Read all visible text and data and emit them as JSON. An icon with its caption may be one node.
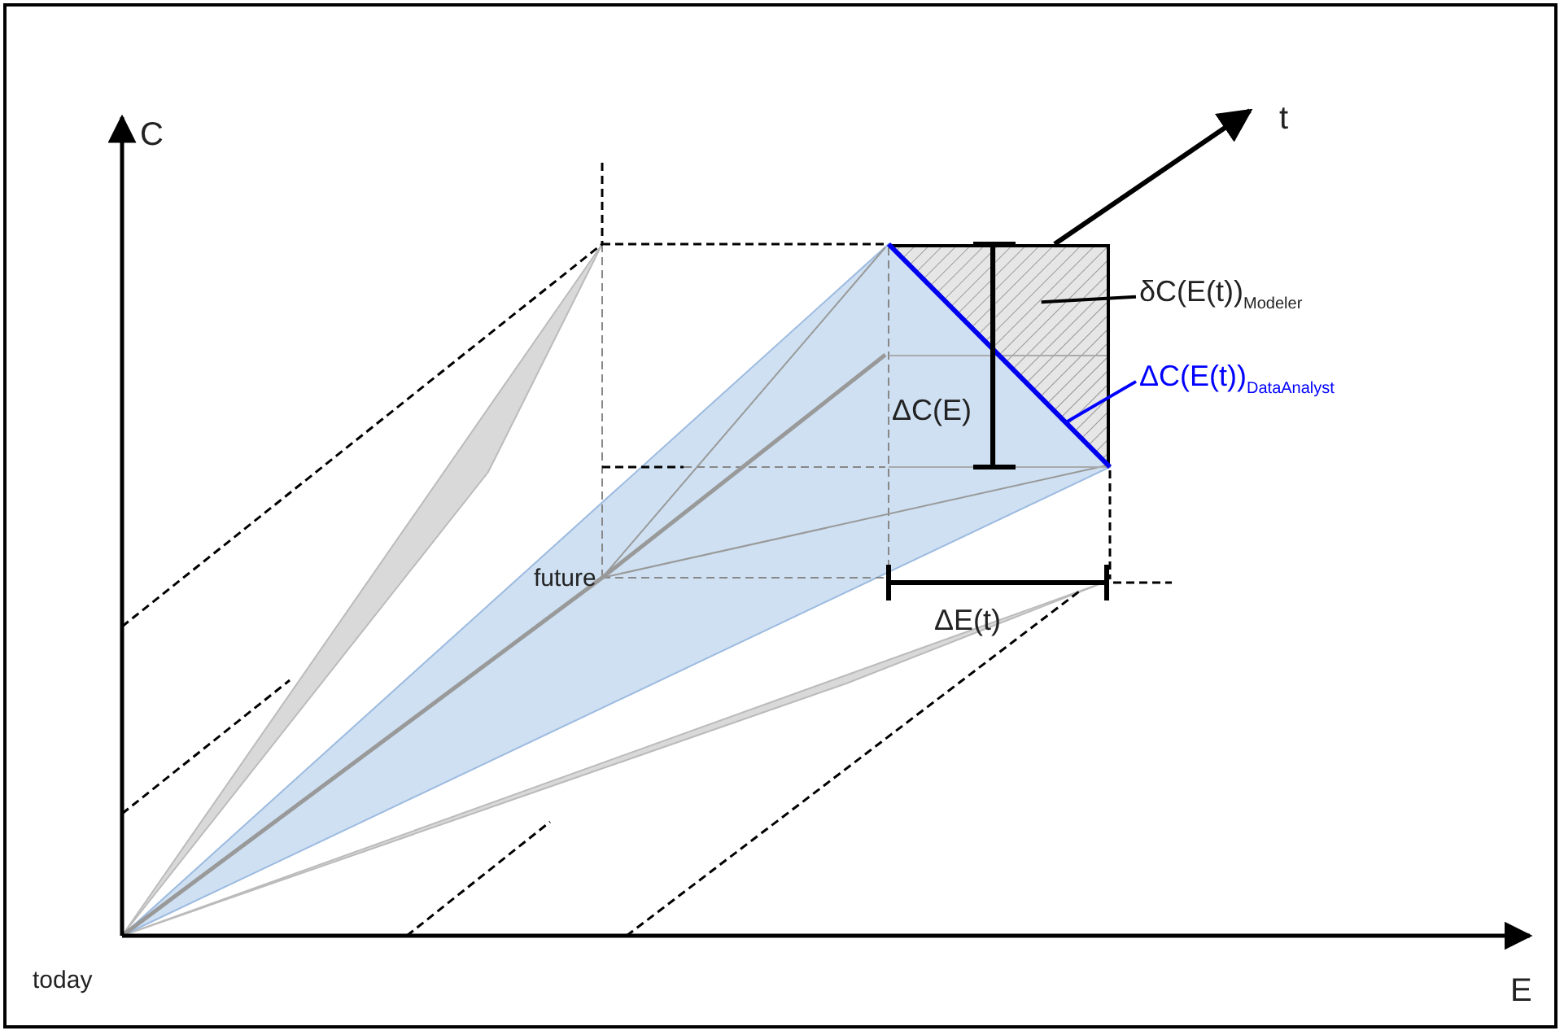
{
  "diagram": {
    "nodes": [
      {
        "text": [
          "δC(E(t))$_{Modeler}$"
        ]
      },
      {
        "text": [],
        "shape": "box"
      },
      {
        "text": [
          "ΔC(E(t))$_{DataAnalyst}$"
        ]
      },
      {
        "text": [],
        "shape": "line",
        "in": 1
      }
    ],
    "edges": [
      {
        "from": 0,
        "to": 1,
        "arrow": "none"
      },
      {
        "from": 2,
        "to": 3,
        "arrow": "none",
        "color": "#0000ff"
      }
    ],
    "labels": [
      "C",
      "t",
      "ΔC(E)",
      "future",
      "ΔE(t)",
      "today",
      "E"
    ]
  }
}
